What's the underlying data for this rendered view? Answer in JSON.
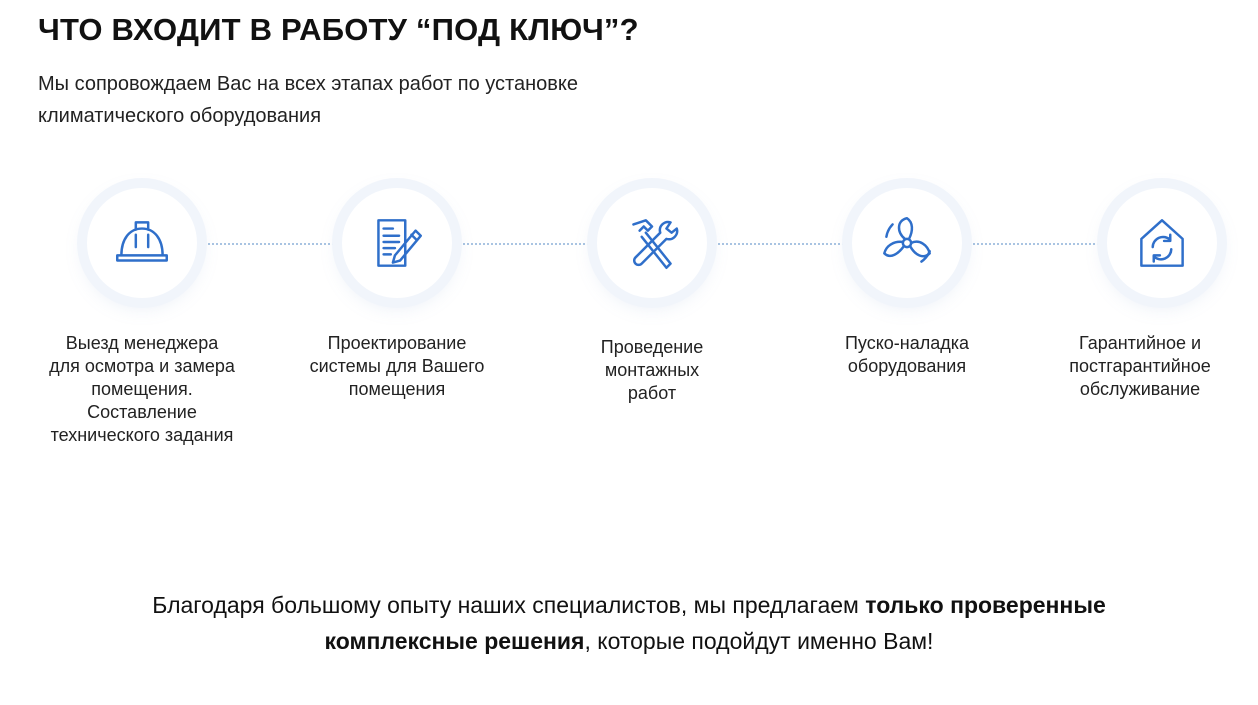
{
  "header": {
    "title": "ЧТО ВХОДИТ В РАБОТУ “ПОД КЛЮЧ”?",
    "subtitle_line1": "Мы сопровождаем Вас на всех этапах работ по установке",
    "subtitle_line2": "климатического оборудования"
  },
  "steps": [
    {
      "icon": "hard-hat-icon",
      "lines": [
        "Выезд менеджера",
        "для осмотра и замера",
        "помещения.",
        "Составление",
        "технического задания"
      ]
    },
    {
      "icon": "document-pen-icon",
      "lines": [
        "Проектирование",
        "системы для Вашего",
        "помещения"
      ]
    },
    {
      "icon": "hammer-wrench-icon",
      "lines": [
        "Проведение",
        "монтажных",
        "работ"
      ]
    },
    {
      "icon": "fan-icon",
      "lines": [
        "Пуско-наладка",
        "оборудования"
      ]
    },
    {
      "icon": "house-service-icon",
      "lines": [
        "Гарантийное и",
        "постгарантийное",
        "обслуживание"
      ]
    }
  ],
  "tagline": {
    "part1": "Благодаря большому опыту наших специалистов, мы предлагаем ",
    "bold1": "только проверенные",
    "bold2": "комплексные решения",
    "part2": ", которые подойдут именно Вам!"
  },
  "colors": {
    "accent": "#2f6fca",
    "connector": "#a9c4e2",
    "halo": "#f1f5fb"
  }
}
